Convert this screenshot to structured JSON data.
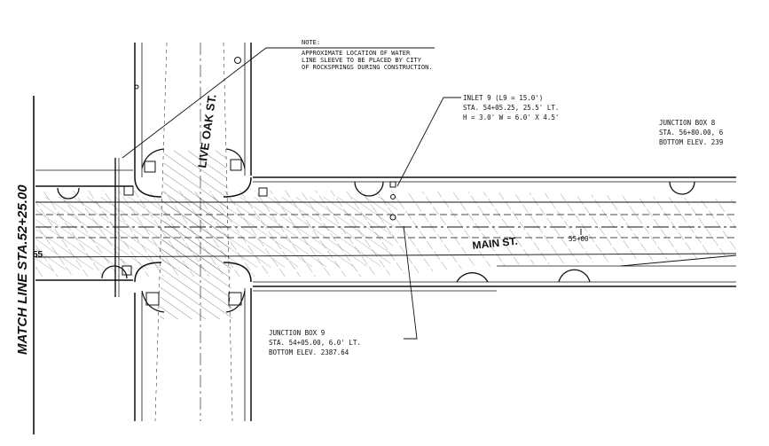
{
  "match_line": "MATCH LINE STA.52+25.00",
  "streets": {
    "live_oak": "LIVE OAK ST.",
    "main": "MAIN ST."
  },
  "station_marks": {
    "left_edge": "55",
    "main_55": "55+00"
  },
  "note": {
    "heading": "NOTE:",
    "lines": [
      "APPROXIMATE LOCATION OF WATER",
      "LINE SLEEVE TO BE PLACED BY CITY",
      "OF ROCKSPRINGS DURING CONSTRUCTION."
    ]
  },
  "inlet_9": {
    "lines": [
      "INLET 9 (L9 = 15.0')",
      "STA. 54+05.25, 25.5' LT.",
      "H = 3.0' W = 6.0' X 4.5'"
    ]
  },
  "junction_box_8": {
    "lines": [
      "JUNCTION BOX 8",
      "STA. 56+80.00, 6",
      "BOTTOM ELEV. 239"
    ]
  },
  "junction_box_9": {
    "lines": [
      "JUNCTION BOX 9",
      "STA. 54+05.00, 6.0' LT.",
      "BOTTOM ELEV. 2387.64"
    ]
  },
  "colors": {
    "ink": "#111111",
    "paper": "#ffffff"
  }
}
